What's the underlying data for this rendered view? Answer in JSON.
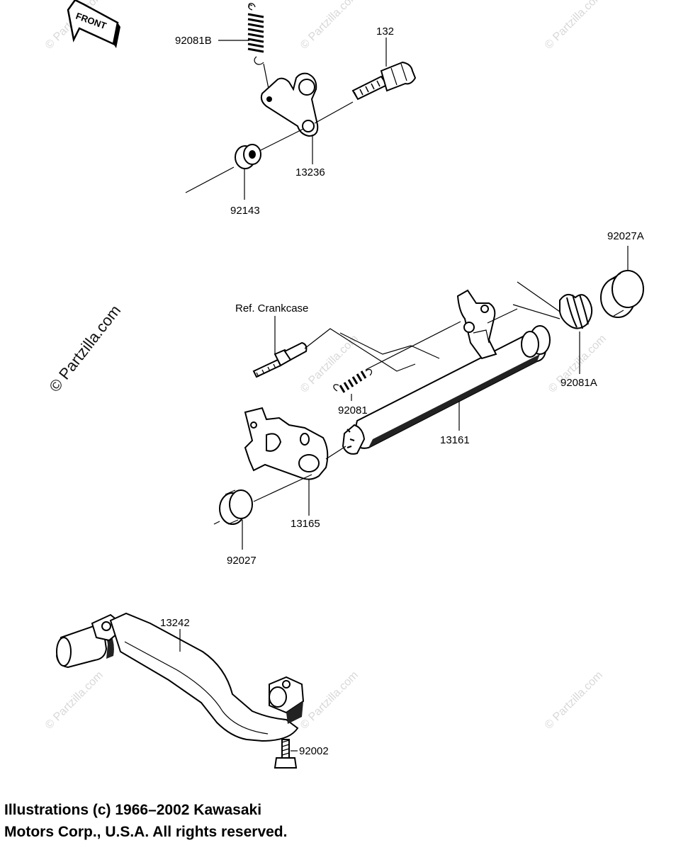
{
  "front_label": "FRONT",
  "watermark": {
    "main": "© Partzilla.com",
    "small": "© Partzilla.com"
  },
  "parts": {
    "p92081B": "92081B",
    "p132": "132",
    "p13236": "13236",
    "p92143": "92143",
    "p92027A": "92027A",
    "ref_crankcase": "Ref. Crankcase",
    "p92081A": "92081A",
    "p92081": "92081",
    "p13161": "13161",
    "p13165": "13165",
    "p92027": "92027",
    "p13242": "13242",
    "p92002": "92002"
  },
  "copyright": {
    "line1": "Illustrations (c) 1966–2002 Kawasaki",
    "line2": "Motors Corp., U.S.A.  All rights reserved."
  }
}
